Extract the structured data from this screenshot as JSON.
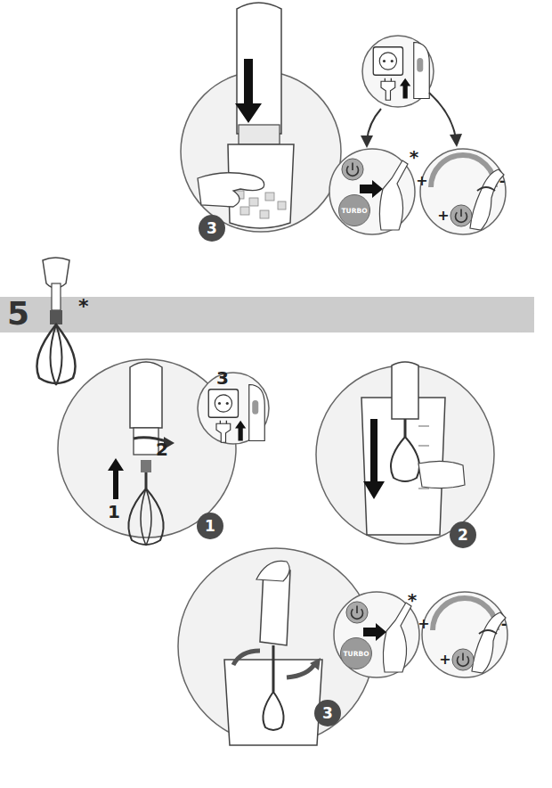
{
  "diagram": {
    "nodes": [
      {
        "text": [
          "3"
        ]
      },
      {
        "text": [
          "TURBO"
        ]
      },
      {
        "text": [
          "5",
          "*"
        ]
      },
      {
        "text": [
          "1"
        ]
      },
      {
        "text": [
          "2"
        ]
      },
      {
        "text": [
          "3"
        ]
      },
      {
        "text": [
          "TURBO"
        ]
      }
    ],
    "labels": [
      "*",
      "+",
      "-",
      "+",
      "1",
      "2",
      "3",
      "*",
      "+",
      "-",
      "+"
    ]
  }
}
